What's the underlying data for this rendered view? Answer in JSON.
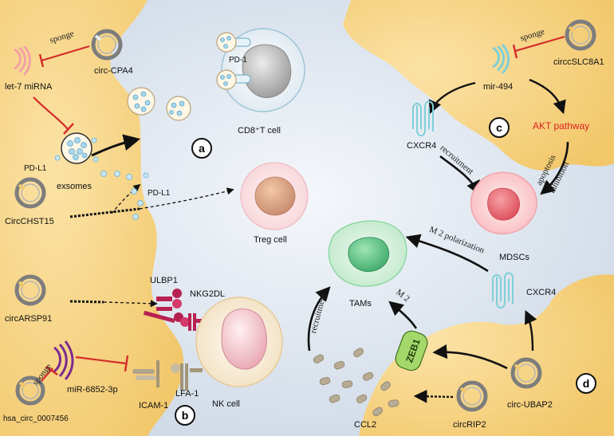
{
  "labels": {
    "sponge_1": "sponge",
    "circ_cpa4": "circ-CPA4",
    "let7": "let-7 miRNA",
    "pd_l1_left": "PD-L1",
    "exosomes": "exsomes",
    "pd_l1_mid": "PD-L1",
    "circ_chst15": "CircCHST15",
    "pd_1": "PD-1",
    "cd8": "CD8⁺T cell",
    "treg": "Treg cell",
    "circ_arsp91": "circARSP91",
    "ulbp1": "ULBP1",
    "nkg2dl": "NKG2DL",
    "sponge_2": "sponge",
    "mir_6852": "miR-6852-3p",
    "hsa_circ": "hsa_circ_0007456",
    "icam1": "ICAM-1",
    "lfa1": "LFA-1",
    "nk_cell": "NK cell",
    "sponge_3": "sponge",
    "circ_slc8a1": "circcSLC8A1",
    "mir_494": "mir-494",
    "cxcr4_top": "CXCR4",
    "akt": "AKT pathway",
    "recruitment_1": "recruitment",
    "apoptosis": "apoptosis",
    "inhibition": "inhibition",
    "mdscs": "MDSCs",
    "m2_polarization": "M 2  polarization",
    "tams": "TAMs",
    "m2": "M 2",
    "recruitment_2": "recruitment",
    "cxcr4_bottom": "CXCR4",
    "zeb1": "ZEB1",
    "circ_ubap2": "circ-UBAP2",
    "ccl2": "CCL2",
    "circ_rip2": "circRIP2"
  },
  "panel_markers": [
    "a",
    "b",
    "c",
    "d"
  ],
  "colors": {
    "tumor_fill": "#f9d88a",
    "background": "#dfe6ef",
    "inhibit_red": "#d42a2a",
    "akt_red": "#e0201f",
    "mirna_pink": "#f2a2a6",
    "mirna_purple": "#7b2a8e",
    "receptor_teal": "#7fcfd8",
    "tam_green": "#6fcf8f",
    "mdsc_red": "#f07a82",
    "zeb1_green": "#a5d86a",
    "ulbp_red": "#b72150",
    "circ_gray": "#7d7d7d"
  }
}
